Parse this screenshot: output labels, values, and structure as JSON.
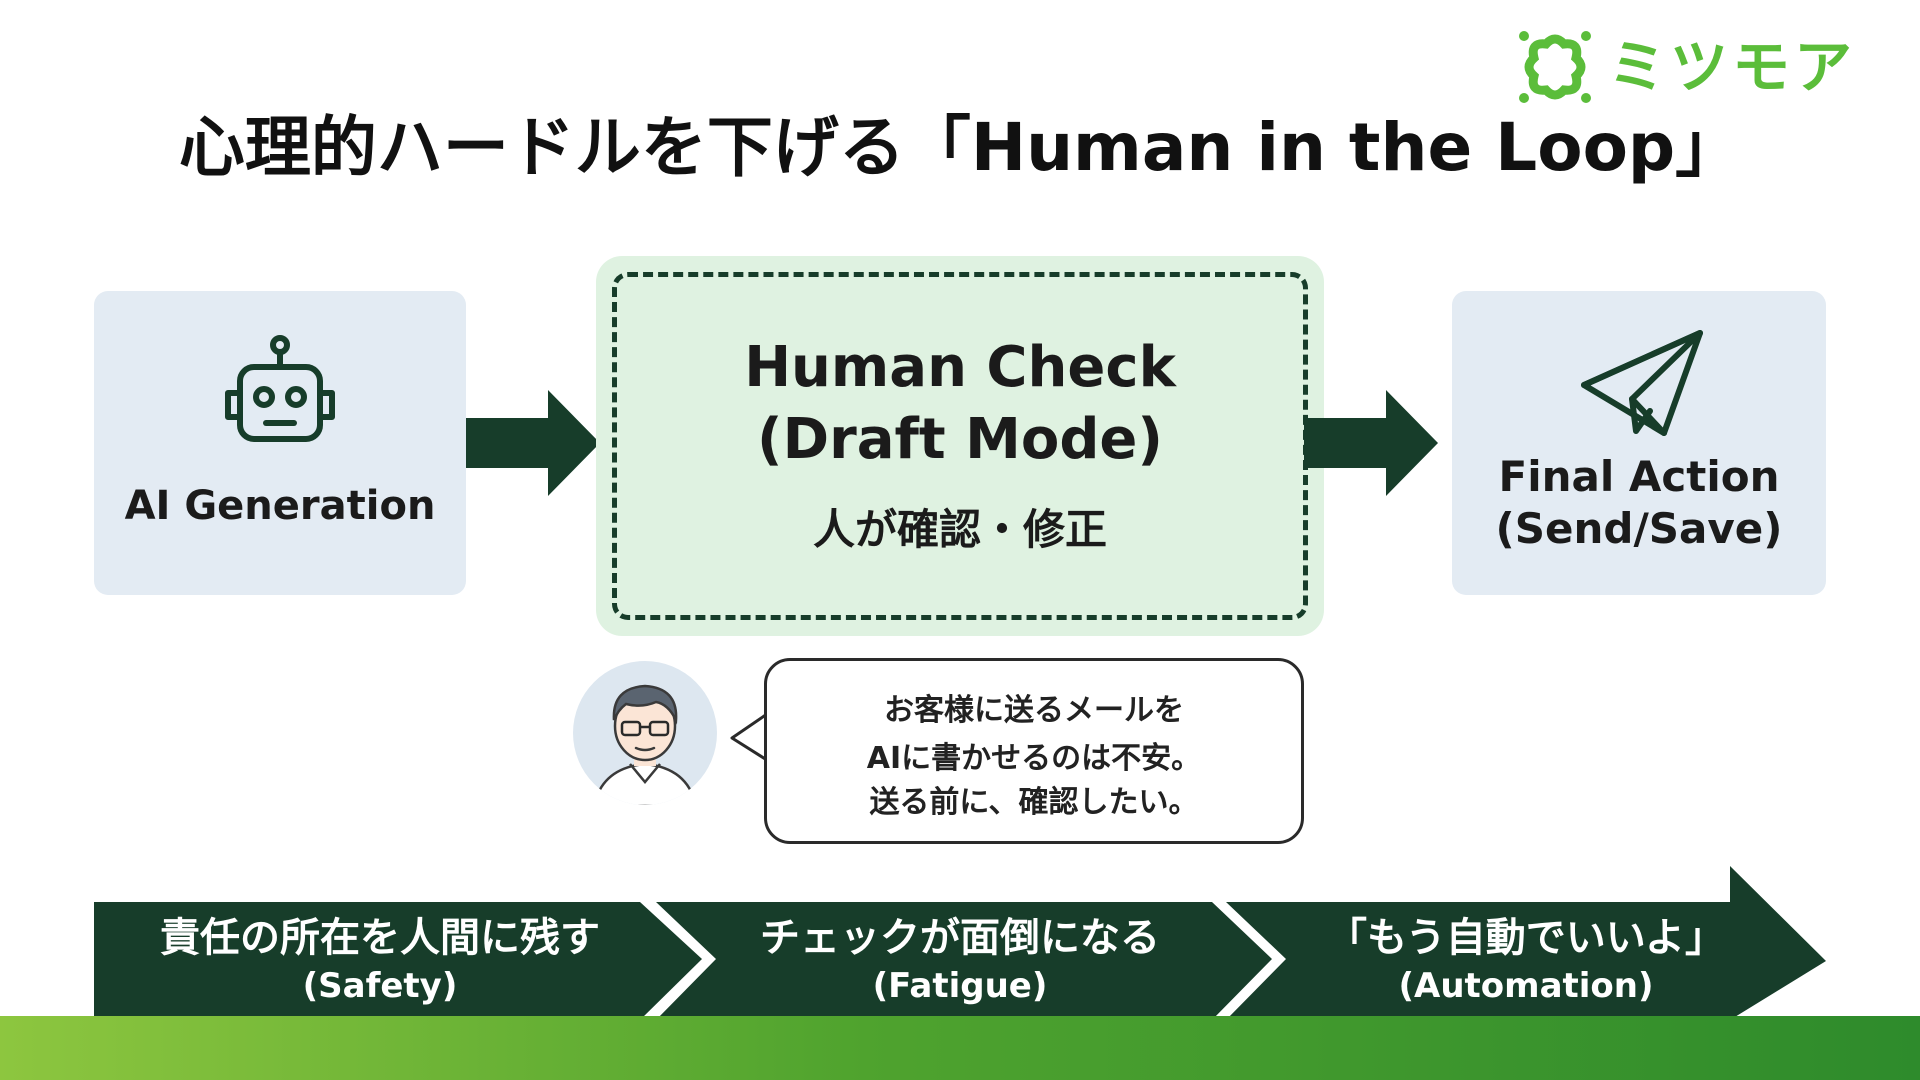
{
  "logo": {
    "text": "ミツモア",
    "icon": "mitsumore-logo-mark",
    "color": "#5bbd3a"
  },
  "title": "心理的ハードルを下げる「Human in the Loop」",
  "flow": {
    "ai_generation": {
      "label": "AI Generation",
      "icon": "robot-icon"
    },
    "human_check": {
      "line1": "Human Check",
      "line2": "(Draft Mode)",
      "line3": "人が確認・修正"
    },
    "final_action": {
      "line1": "Final Action",
      "line2": "(Send/Save)",
      "icon": "paper-plane-icon"
    }
  },
  "speech": {
    "avatar_icon": "person-with-glasses-icon",
    "line1": "お客様に送るメールを",
    "line2": "AIに書かせるのは不安。",
    "line3": "送る前に、確認したい。"
  },
  "stages": [
    {
      "main": "責任の所在を人間に残す",
      "sub": "(Safety)"
    },
    {
      "main": "チェックが面倒になる",
      "sub": "(Fatigue)"
    },
    {
      "main": "「もう自動でいいよ」",
      "sub": "(Automation)"
    }
  ],
  "colors": {
    "dark_green": "#173d2a",
    "light_green_box": "#dff2e1",
    "light_blue_box": "#e3ebf3",
    "brand_green": "#5bbd3a"
  }
}
